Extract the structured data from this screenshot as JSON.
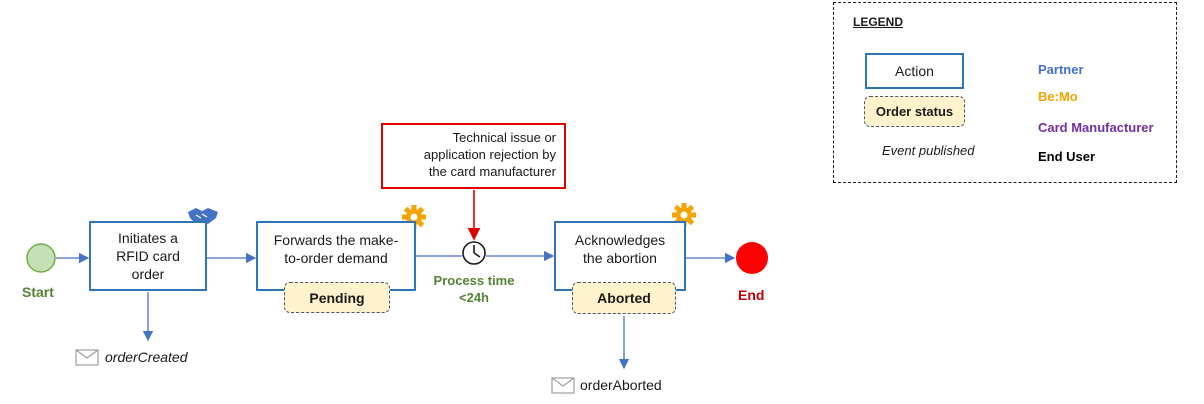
{
  "diagram": {
    "start_label": "Start",
    "end_label": "End",
    "actions": [
      {
        "text": "Initiates a RFID card order",
        "actor_icon": "handshake-icon"
      },
      {
        "text": "Forwards the make-to-order  demand",
        "actor_icon": "gear-icon",
        "status": "Pending"
      },
      {
        "text": "Acknowledges the abortion",
        "actor_icon": "gear-icon",
        "status": "Aborted"
      }
    ],
    "warning": {
      "icon": "warning-icon",
      "text": "Technical issue or application rejection by the card manufacturer"
    },
    "process_time": {
      "icon": "clock-icon",
      "line1": "Process time",
      "line2": "<24h"
    },
    "events": [
      {
        "icon": "envelope-icon",
        "name": "orderCreated"
      },
      {
        "icon": "envelope-icon",
        "name": "orderAborted"
      }
    ]
  },
  "legend": {
    "title": "LEGEND",
    "action_label": "Action",
    "status_label": "Order status",
    "event_label": "Event published",
    "actors": [
      {
        "icon": "handshake-icon",
        "label": "Partner",
        "color": "#4472c4"
      },
      {
        "icon": "gear-icon",
        "label": "Be:Mo",
        "color": "#f4a300"
      },
      {
        "icon": "factory-icon",
        "label": "Card Manufacturer",
        "color": "#7030a0"
      },
      {
        "icon": "person-icon",
        "label": "End User",
        "color": "#000000"
      }
    ]
  },
  "colors": {
    "flow": "#4472c4",
    "action_border": "#2e75b6",
    "status_fill": "#fff2cc",
    "start": "#c5e0b4",
    "end": "#ff0000",
    "warning": "#e00000"
  }
}
